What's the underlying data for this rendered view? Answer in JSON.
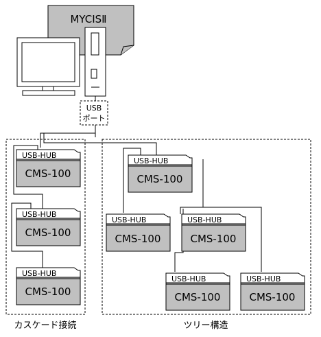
{
  "server": {
    "label": "MYCISⅡ"
  },
  "usb_port": {
    "line1": "USB",
    "line2": "ポート"
  },
  "groups": {
    "cascade": {
      "label": "カスケード接続"
    },
    "tree": {
      "label": "ツリー構造"
    }
  },
  "devices": {
    "cascade_1": {
      "hub_label": "USB-HUB",
      "label": "CMS-100"
    },
    "cascade_2": {
      "hub_label": "USB-HUB",
      "label": "CMS-100"
    },
    "cascade_3": {
      "hub_label": "USB-HUB",
      "label": "CMS-100"
    },
    "tree_root": {
      "hub_label": "USB-HUB",
      "label": "CMS-100"
    },
    "tree_mid_left": {
      "hub_label": "USB-HUB",
      "label": "CMS-100"
    },
    "tree_mid_right": {
      "hub_label": "USB-HUB",
      "label": "CMS-100"
    },
    "tree_leaf_left": {
      "hub_label": "USB-HUB",
      "label": "CMS-100"
    },
    "tree_leaf_right": {
      "hub_label": "USB-HUB",
      "label": "CMS-100"
    }
  },
  "colors": {
    "server_doc": "#c0c0c0",
    "device_body": "#c0c0c0",
    "stroke": "#000000",
    "background": "#ffffff"
  }
}
